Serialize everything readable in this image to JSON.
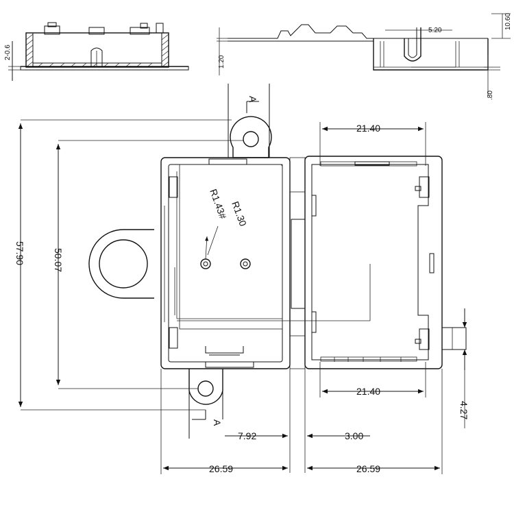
{
  "side_view_left": {
    "thickness_label": "2-0.6"
  },
  "side_view_right": {
    "label_height_total": "10.60",
    "label_tab_width": "5.20",
    "label_left_step": "1.20",
    "label_bottom_step": ".80"
  },
  "top_view": {
    "section_marker_top": "A",
    "section_marker_bottom": "A",
    "label_total_height": "57.90",
    "label_hole_pitch": "50.07",
    "label_radius_outer": "R1.30",
    "label_radius_inner": "R1.43#",
    "label_offset": "7.92",
    "label_gap": "3.00",
    "label_width_left": "26.59",
    "label_width_right": "26.59",
    "label_inner_top": "21.40",
    "label_inner_bottom": "21.40",
    "label_tab": "4.27"
  }
}
